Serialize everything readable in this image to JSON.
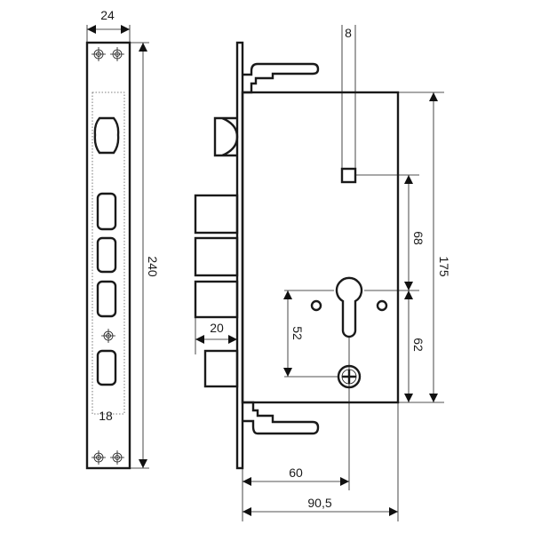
{
  "dimensions": {
    "faceplate_width": "24",
    "faceplate_length": "240",
    "faceplate_inner": "18",
    "bolt_throw": "20",
    "spindle_square": "8",
    "spindle_to_cylinder": "68",
    "case_height": "175",
    "cylinder_to_screw": "52",
    "cylinder_to_bottom": "62",
    "backset": "60",
    "case_depth": "90,5"
  },
  "colors": {
    "line": "#1a1a1a"
  }
}
